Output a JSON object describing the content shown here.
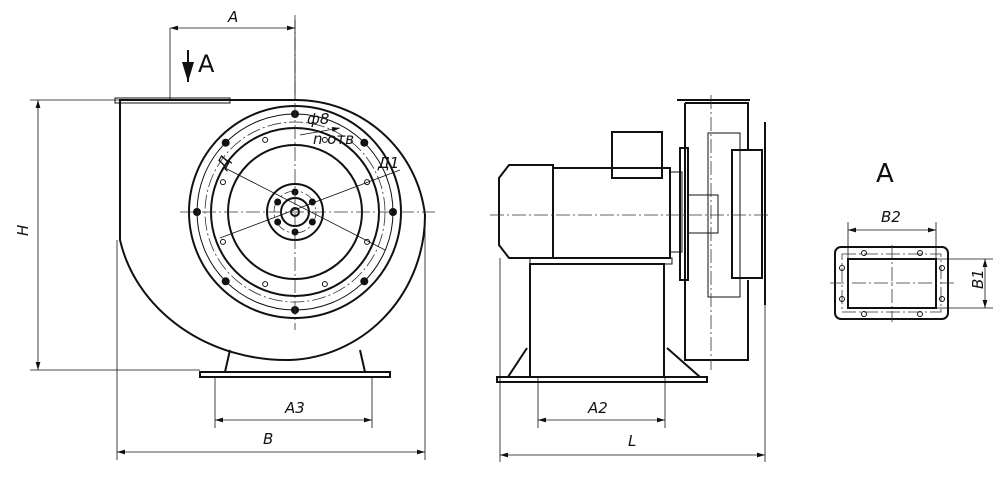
{
  "front_view": {
    "dim_outlet": "A",
    "view_arrow": "A",
    "hole_dia": "ф8",
    "hole_count": "n отв",
    "dia_inner": "Д",
    "dia_outer": "Д1",
    "height": "H",
    "foot_spacing": "A3",
    "width": "B"
  },
  "side_view": {
    "foot_spacing": "A2",
    "length": "L"
  },
  "view_a": {
    "title": "A",
    "width": "B2",
    "height": "B1"
  }
}
